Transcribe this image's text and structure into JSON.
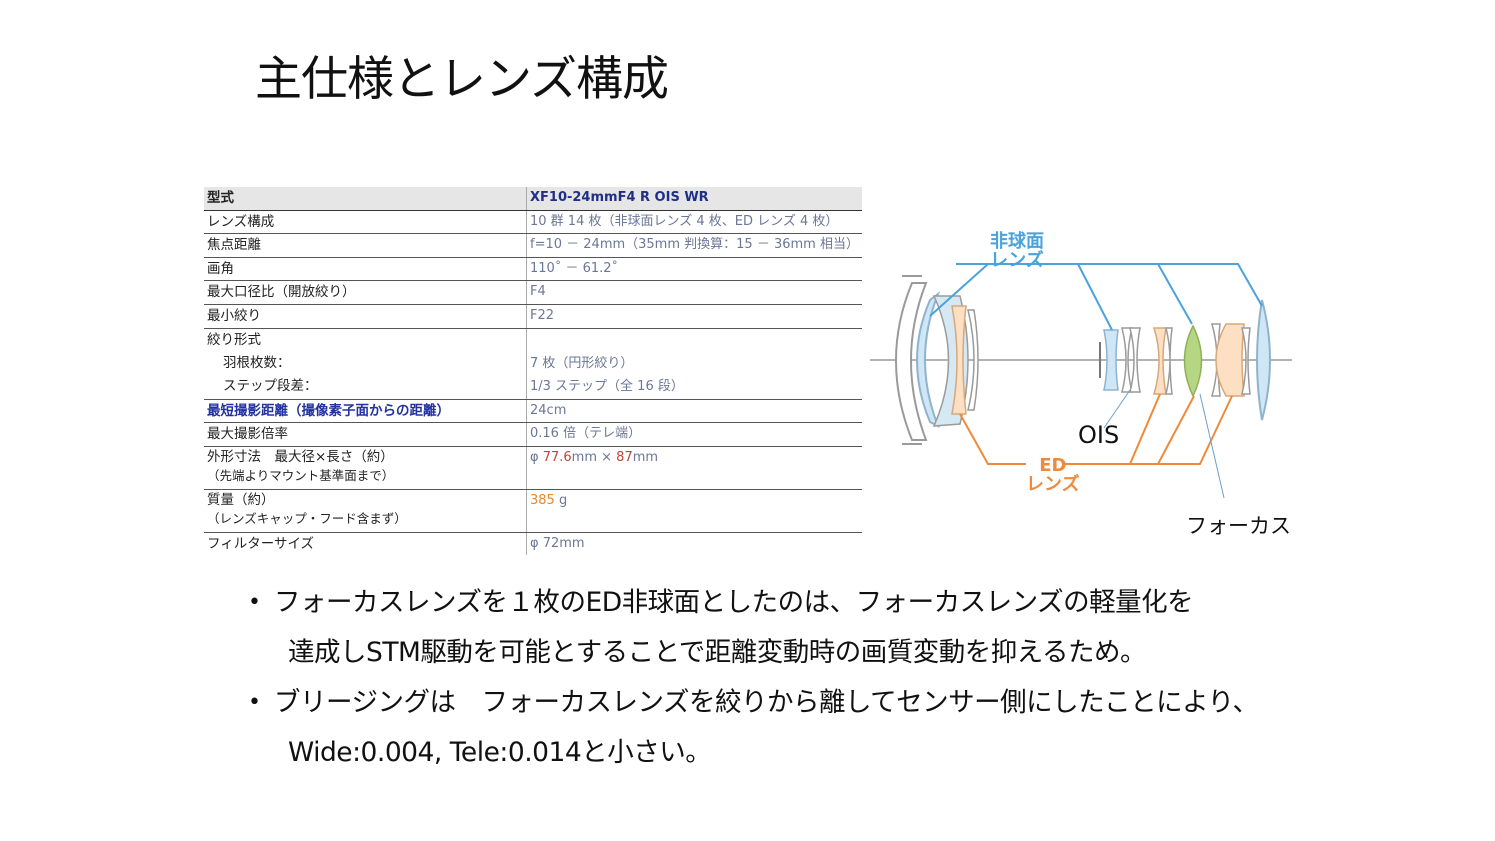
{
  "title": "主仕様とレンズ構成",
  "spec_table": {
    "header": {
      "label": "型式",
      "value": "XF10-24mmF4 R OIS WR"
    },
    "rows": {
      "lens_config": {
        "label": "レンズ構成",
        "value": "10 群 14 枚（非球面レンズ 4 枚、ED レンズ 4 枚）"
      },
      "focal_length": {
        "label": "焦点距離",
        "value": "f=10 － 24mm（35mm 判換算：15 － 36mm 相当）"
      },
      "angle": {
        "label": "画角",
        "value": "110˚ － 61.2˚"
      },
      "max_aperture": {
        "label": "最大口径比（開放絞り）",
        "value": "F4"
      },
      "min_aperture": {
        "label": "最小絞り",
        "value": "F22"
      },
      "aperture_type": {
        "label": "絞り形式",
        "blades_label": "羽根枚数：",
        "blades_value": "7 枚（円形絞り）",
        "step_label": "ステップ段差：",
        "step_value": "1/3 ステップ（全 16 段）"
      },
      "min_focus": {
        "label": "最短撮影距離（撮像素子面からの距離）",
        "value": "24cm"
      },
      "max_mag": {
        "label": "最大撮影倍率",
        "value": "0.16 倍（テレ端）"
      },
      "dimensions": {
        "label": "外形寸法　最大径×長さ（約）",
        "sublabel": "（先端よりマウント基準面まで）",
        "value_prefix": "φ ",
        "diameter": "77.6",
        "unit1": "mm",
        "times": " × ",
        "length": "87",
        "unit2": "mm"
      },
      "weight": {
        "label": "質量（約）",
        "sublabel": "（レンズキャップ・フード含まず）",
        "value": "385",
        "unit": "g"
      },
      "filter": {
        "label": "フィルターサイズ",
        "value": "φ 72mm"
      }
    }
  },
  "diagram": {
    "label_aspherical": [
      "非球面",
      "レンズ"
    ],
    "label_ed": [
      "ED",
      "レンズ"
    ],
    "label_ois": "OIS",
    "label_focus": "フォーカス",
    "colors": {
      "aspherical": "#4aa3dc",
      "ed": "#ef8a3a",
      "focus": "#9cc95a",
      "lens_outline": "#9a9a9a"
    }
  },
  "bullets": [
    {
      "line1": "フォーカスレンズを１枚のED非球面としたのは、フォーカスレンズの軽量化を",
      "line2": "達成しSTM駆動を可能とすることで距離変動時の画質変動を抑えるため。"
    },
    {
      "line1": "ブリージングは　フォーカスレンズを絞りから離してセンサー側にしたことにより、",
      "line2": "Wide:0.004, Tele:0.014と小さい。"
    }
  ],
  "bullet_char": "•"
}
